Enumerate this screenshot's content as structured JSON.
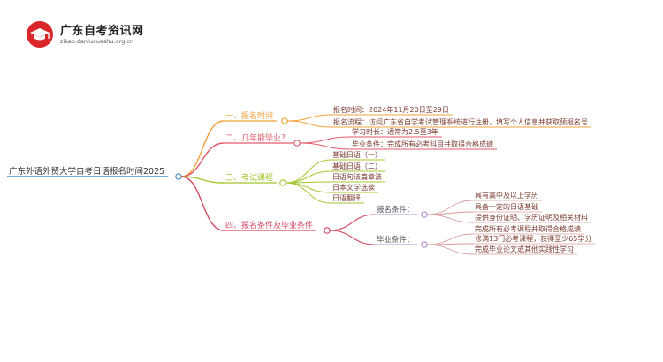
{
  "brand": {
    "name": "广东自考资讯网",
    "url": "zikao.danluxueshu.org.cn"
  },
  "root": "广东外语外贸大学自考日语报名时间2025",
  "branches": [
    {
      "label": "一、报名时间",
      "items": [
        "报名时间：2024年11月20日至29日",
        "报名流程：访问广东省自学考试管理系统进行注册，填写个人信息并获取预报名号"
      ]
    },
    {
      "label": "二、几年能毕业？",
      "items": [
        "学习时长：通常为2.5至3年",
        "毕业条件：完成所有必考科目并取得合格成绩"
      ]
    },
    {
      "label": "三、考试课程",
      "items": [
        "基础日语（一）",
        "基础日语（二）",
        "日语句法篇章法",
        "日本文学选读",
        "日语翻译"
      ]
    },
    {
      "label": "四、报名条件及毕业条件",
      "groups": [
        {
          "label": "报名条件：",
          "items": [
            "具有高中及以上学历",
            "具备一定的日语基础",
            "提供身份证明、学历证明及相关材料"
          ]
        },
        {
          "label": "毕业条件：",
          "items": [
            "完成所有必考课程并取得合格成绩",
            "修满13门必考课程，获得至少65学分",
            "完成毕业论文或其他实践性学习"
          ]
        }
      ]
    }
  ]
}
